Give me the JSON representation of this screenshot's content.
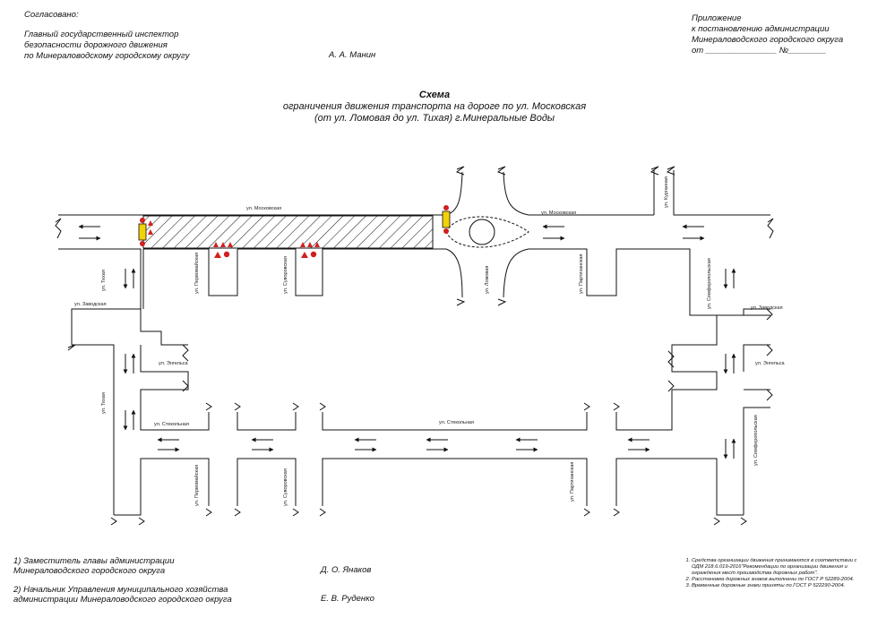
{
  "approval": {
    "title": "Согласовано:",
    "line1": "Главный государственный инспектор",
    "line2": "безопасности дорожного движения",
    "line3": "по Минераловодскому городскому округу",
    "signature": "А. А. Манин"
  },
  "annex": {
    "line1": "Приложение",
    "line2": "к постановлению администрации",
    "line3": "Минераловодского городского округа",
    "line4": "от _______________ №________"
  },
  "heading": {
    "title": "Схема",
    "line1": "ограничения движения транспорта  на дороге по ул. Московская",
    "line2": "(от ул. Ломовая до ул. Тихая) г.Минеральные Воды"
  },
  "streets": {
    "moskovskaya": "ул. Московская",
    "tikhaya": "ул. Тихая",
    "zavodskaya": "ул. Заводская",
    "engelsa": "ул. Энгельса",
    "steklnaya": "ул. Стекольная",
    "pervomayskaya": "ул. Первомайская",
    "suvorovskaya": "ул. Суворовская",
    "lomovaya": "ул. Ломовая",
    "partizanskaya": "ул. Партизанская",
    "simferopolskaya": "ул. Симферопольская",
    "kurgannaya": "ул. Курганная"
  },
  "footer": {
    "item1_line1": "1) Заместитель главы администрации",
    "item1_line2": "Минераловодского городского округа",
    "item1_sig": "Д. О. Янаков",
    "item2_line1": "2) Начальник Управления муниципального хозяйства",
    "item2_line2": "администрации Минераловодского городского округа",
    "item2_sig": "Е. В. Руденко"
  },
  "notes": [
    "Средства организации движения принимаются в соответствии с ОДМ 218.6.019-2016\"Рекомендации по организации движения и ограждения мест производства дорожных работ\".",
    "Расстановка дорожных знаков выполнены по ГОСТ Р 52289-2004.",
    "Временные дорожные знаки приняты по ГОСТ Р 522290-2004."
  ],
  "colors": {
    "line": "#111111",
    "sign_red": "#d21f1f",
    "barrier_yellow": "#f2d20a"
  }
}
